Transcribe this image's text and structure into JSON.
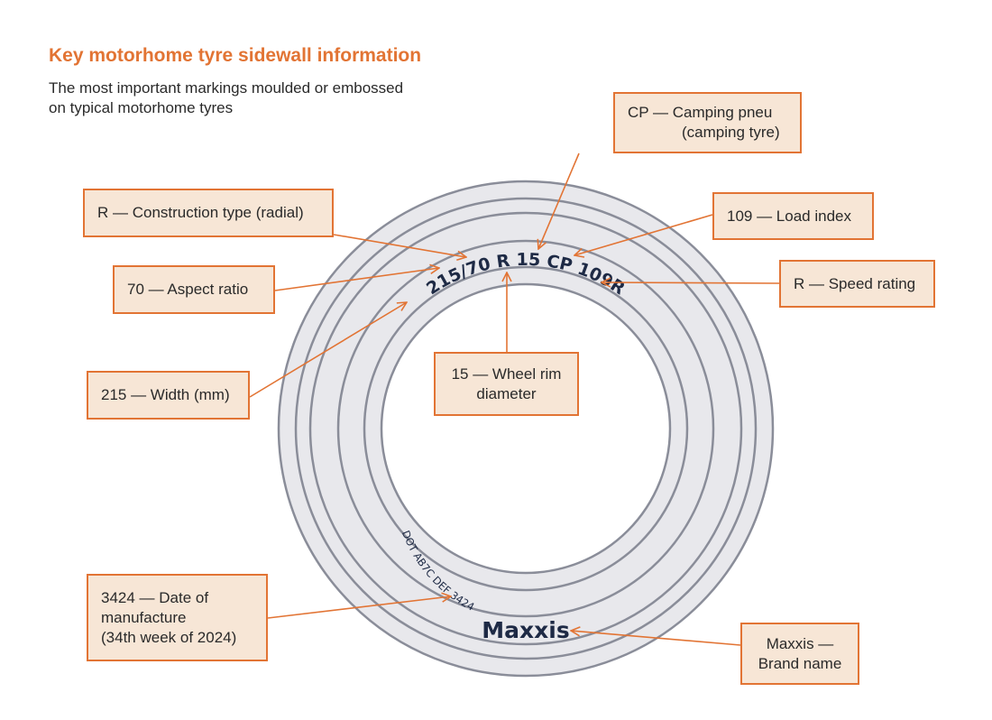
{
  "title": "Key motorhome tyre sidewall information",
  "subtitle": "The most important markings moulded or embossed on typical motorhome tyres",
  "colors": {
    "accent": "#e27434",
    "callout_fill": "#f7e6d6",
    "tyre_fill": "#e8e8ec",
    "tyre_stroke": "#8a8d99",
    "marking_text": "#1e2a45"
  },
  "tyre": {
    "size_marking": "215/70 R 15 CP 109R",
    "dot_code": "DOT AB7C DEF 3424",
    "brand": "Maxxis"
  },
  "callouts": {
    "camping": {
      "line1": "CP — Camping pneu",
      "line2": "(camping tyre)"
    },
    "construction": {
      "line1": "R — Construction type (radial)"
    },
    "load": {
      "line1": "109 — Load index"
    },
    "aspect": {
      "line1": "70 — Aspect ratio"
    },
    "speed": {
      "line1": "R — Speed rating"
    },
    "width": {
      "line1": "215 — Width (mm)"
    },
    "rim": {
      "line1": "15 — Wheel rim",
      "line2": "diameter"
    },
    "date": {
      "line1": "3424 — Date of",
      "line2": "manufacture",
      "line3": "(34th week of 2024)"
    },
    "brand": {
      "line1": "Maxxis —",
      "line2": "Brand name"
    }
  }
}
